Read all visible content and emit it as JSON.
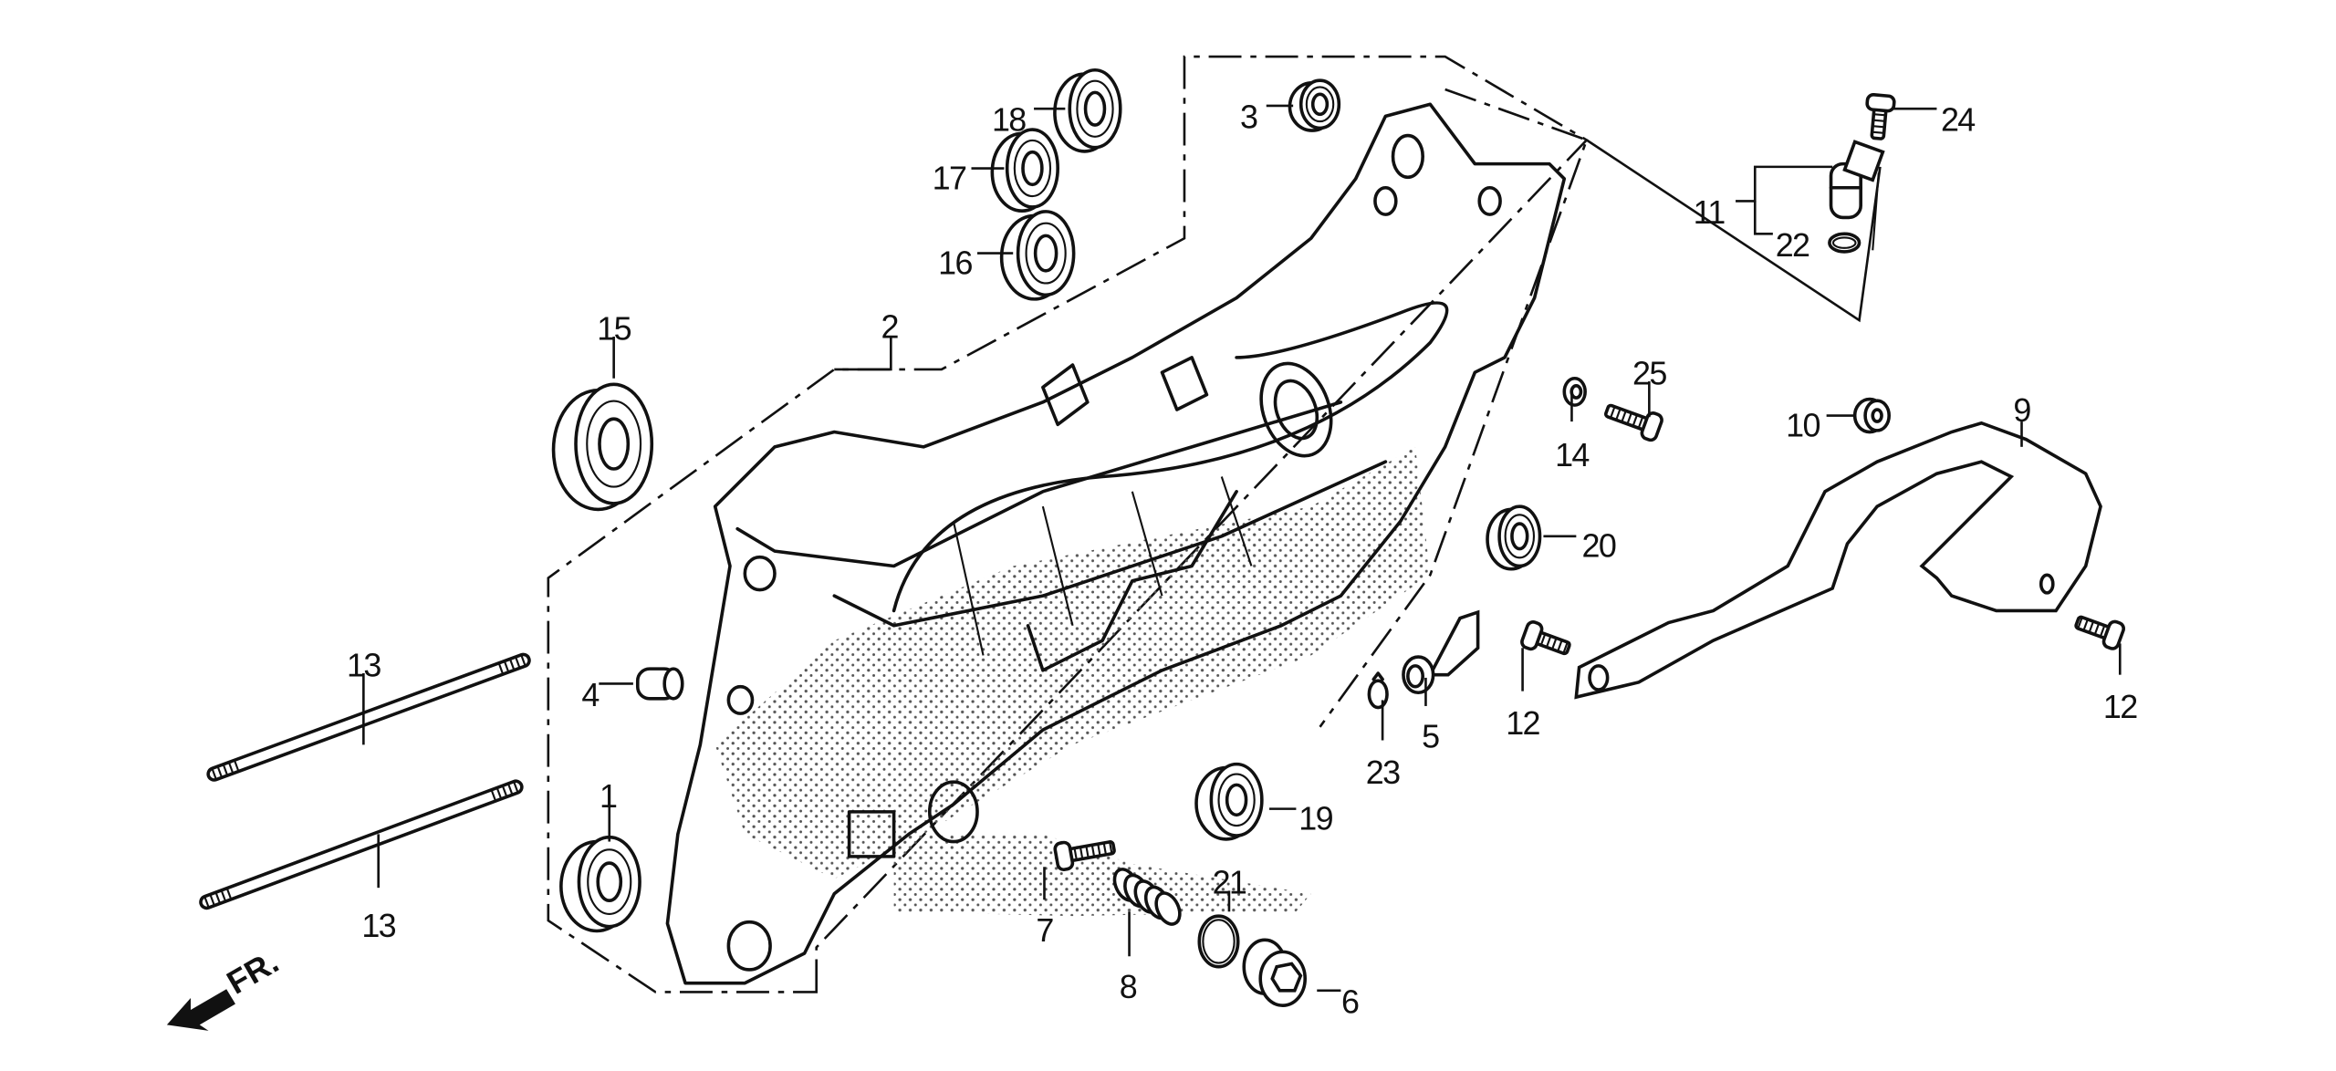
{
  "diagram": {
    "title": "Left Crankcase exploded parts diagram",
    "background": "#ffffff",
    "ink": "#111111",
    "stipple_color": "#555555",
    "direction_indicator": {
      "text": "FR.",
      "icon": "arrow-front-left-icon"
    },
    "callouts": [
      {
        "id": "1",
        "label": "1",
        "part": "bearing"
      },
      {
        "id": "2",
        "label": "2",
        "part": "left-crankcase"
      },
      {
        "id": "3",
        "label": "3",
        "part": "bearing"
      },
      {
        "id": "4",
        "label": "4",
        "part": "dowel-pin"
      },
      {
        "id": "5",
        "label": "5",
        "part": "oil-strainer"
      },
      {
        "id": "6",
        "label": "6",
        "part": "drain-plug"
      },
      {
        "id": "7",
        "label": "7",
        "part": "bolt"
      },
      {
        "id": "8",
        "label": "8",
        "part": "spring"
      },
      {
        "id": "9",
        "label": "9",
        "part": "bracket-cover"
      },
      {
        "id": "10",
        "label": "10",
        "part": "grommet"
      },
      {
        "id": "11",
        "label": "11",
        "part": "speed-sensor"
      },
      {
        "id": "12a",
        "label": "12",
        "part": "bolt"
      },
      {
        "id": "12b",
        "label": "12",
        "part": "bolt"
      },
      {
        "id": "13a",
        "label": "13",
        "part": "stud-bolt"
      },
      {
        "id": "13b",
        "label": "13",
        "part": "stud-bolt"
      },
      {
        "id": "14",
        "label": "14",
        "part": "washer"
      },
      {
        "id": "15",
        "label": "15",
        "part": "bearing"
      },
      {
        "id": "16",
        "label": "16",
        "part": "bearing"
      },
      {
        "id": "17",
        "label": "17",
        "part": "bearing"
      },
      {
        "id": "18",
        "label": "18",
        "part": "bearing"
      },
      {
        "id": "19",
        "label": "19",
        "part": "oil-seal"
      },
      {
        "id": "20",
        "label": "20",
        "part": "oil-seal"
      },
      {
        "id": "21",
        "label": "21",
        "part": "o-ring"
      },
      {
        "id": "22",
        "label": "22",
        "part": "o-ring"
      },
      {
        "id": "23",
        "label": "23",
        "part": "clip"
      },
      {
        "id": "24",
        "label": "24",
        "part": "bolt"
      },
      {
        "id": "25",
        "label": "25",
        "part": "bolt"
      }
    ]
  }
}
